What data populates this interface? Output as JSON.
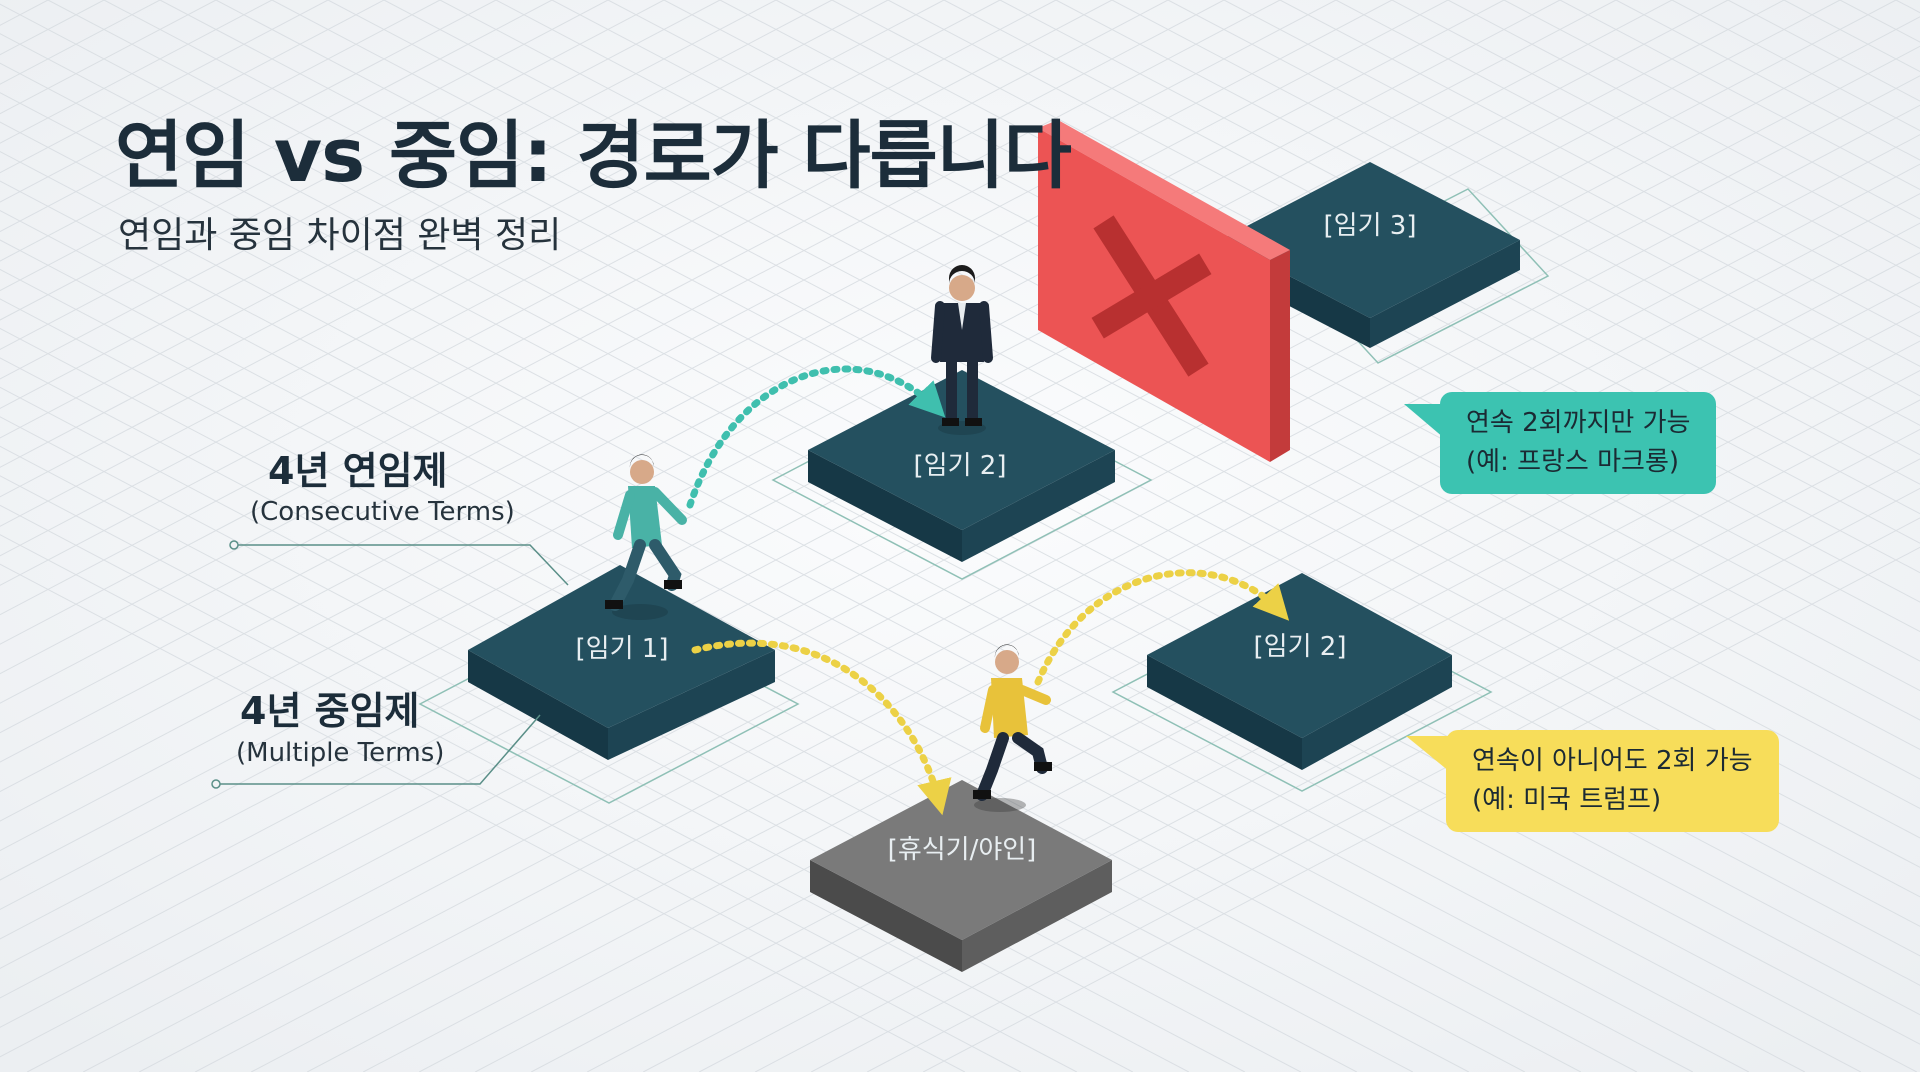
{
  "header": {
    "title": "연임 vs 중임: 경로가 다릅니다",
    "subtitle": "연임과 중임 차이점 완벽 정리"
  },
  "legend": {
    "consecutive": {
      "title": "4년 연임제",
      "subtitle": "(Consecutive Terms)"
    },
    "multiple": {
      "title": "4년 중임제",
      "subtitle": "(Multiple Terms)"
    }
  },
  "blocks": {
    "term1": "[임기 1]",
    "term2_consecutive": "[임기 2]",
    "term3": "[임기 3]",
    "term2_multiple": "[임기 2]",
    "rest": "[휴식기/야인]"
  },
  "callouts": {
    "consecutive": {
      "line1": "연속 2회까지만 가능",
      "line2": "(예: 프랑스 마크롱)"
    },
    "multiple": {
      "line1": "연속이 아니어도 2회 가능",
      "line2": "(예: 미국 트럼프)"
    }
  },
  "colors": {
    "block_top": "#24505f",
    "block_left": "#163846",
    "block_right": "#1d4453",
    "rest_top": "#7a7a7a",
    "barrier": "#ec5454",
    "teal_path": "#3fbfae",
    "yellow_path": "#ecd146",
    "teal_callout": "#3cc3b1",
    "yellow_callout": "#f7dd5a"
  },
  "icons": {
    "barrier": "x-mark-icon"
  }
}
